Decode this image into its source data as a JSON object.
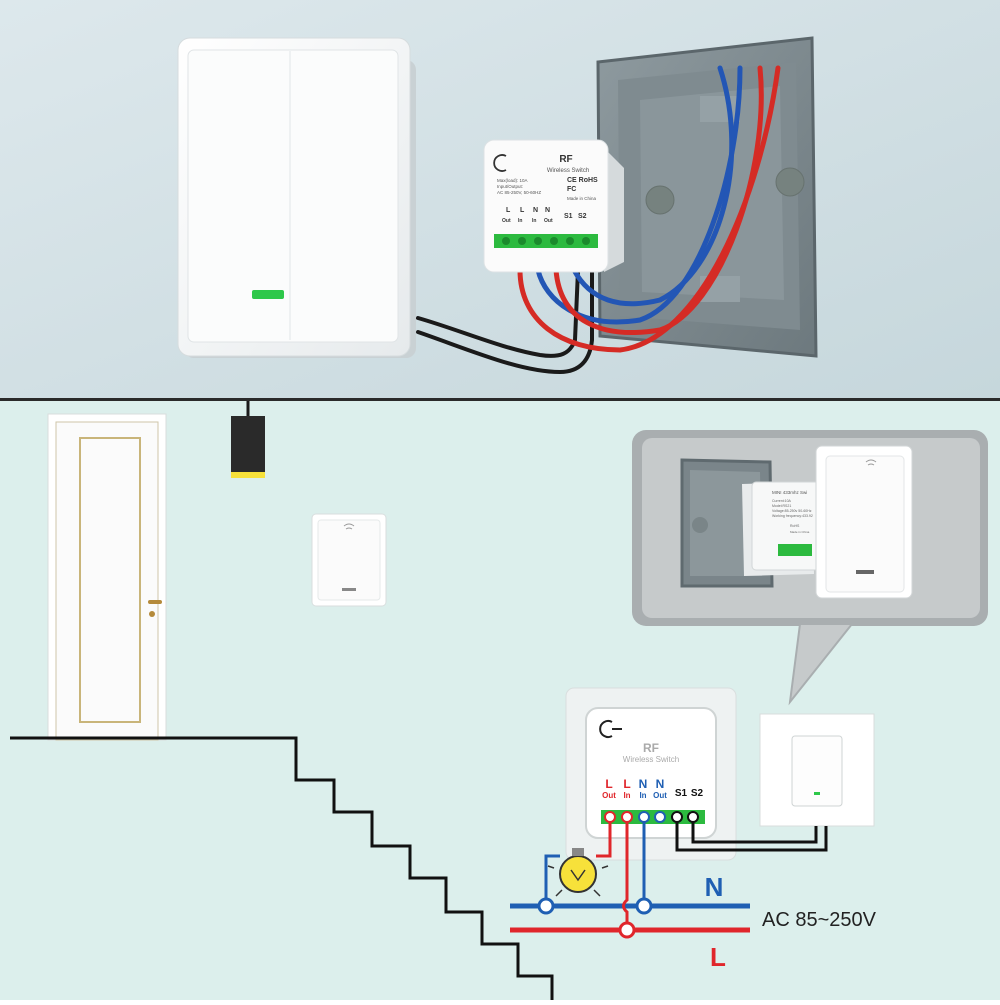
{
  "top_module": {
    "brand": "RF",
    "subtitle": "Wireless Switch",
    "cert_ce_rohs": "CE RoHS",
    "cert_fc": "FC",
    "spec_line1": "Max(load): 10A",
    "spec_line2": "Input/Output:",
    "spec_line3": "AC 85-250V, 50-60HZ",
    "made_in": "Made in China",
    "terminals": [
      {
        "top": "L",
        "bottom": "Out"
      },
      {
        "top": "L",
        "bottom": "In"
      },
      {
        "top": "N",
        "bottom": "In"
      },
      {
        "top": "N",
        "bottom": "Out"
      },
      {
        "top": "S1",
        "bottom": ""
      },
      {
        "top": "S2",
        "bottom": ""
      }
    ]
  },
  "inset_module": {
    "title": "MINI 433mhz Swi",
    "line1": "Current:10A",
    "line2": "Model:RS21",
    "line3": "Voltage:85-250v 50-60Hz",
    "line4": "Working frequency:433.92",
    "mark": "RoHS",
    "made": "Made in China"
  },
  "diagram": {
    "module_brand": "RF",
    "module_subtitle": "Wireless Switch",
    "terminals": [
      {
        "top": "L",
        "bottom": "Out",
        "color": "#e0262b"
      },
      {
        "top": "L",
        "bottom": "In",
        "color": "#e0262b"
      },
      {
        "top": "N",
        "bottom": "In",
        "color": "#1f5fb3"
      },
      {
        "top": "N",
        "bottom": "Out",
        "color": "#1f5fb3"
      },
      {
        "top": "S1",
        "bottom": "",
        "color": "#111111"
      },
      {
        "top": "S2",
        "bottom": "",
        "color": "#111111"
      }
    ],
    "n_label": "N",
    "l_label": "L",
    "voltage_label": "AC 85~250V"
  },
  "colors": {
    "wall_top": "#cfdfe4",
    "wall_bottom": "#ddeeeb",
    "live_red": "#e0262b",
    "neutral_blue": "#1f5fb3",
    "signal_black": "#111111",
    "led_green": "#2ec84a",
    "bulb_yellow": "#f7e13a"
  }
}
